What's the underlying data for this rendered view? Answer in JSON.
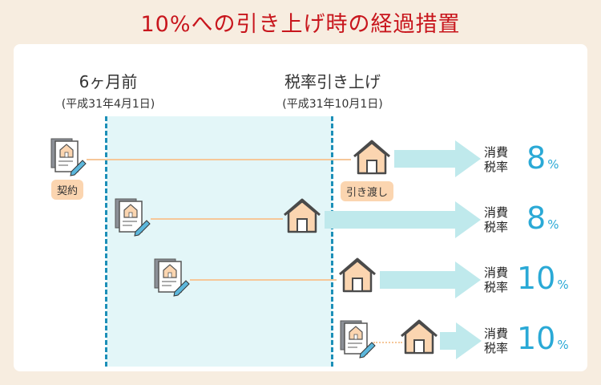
{
  "title": "10%への引き上げ時の経過措置",
  "headers": {
    "six_months": {
      "label": "6ヶ月前",
      "date": "(平成31年4月1日)"
    },
    "tax_raise": {
      "label": "税率引き上げ",
      "date": "(平成31年10月1日)"
    }
  },
  "tags": {
    "contract": "契約",
    "delivery": "引き渡し"
  },
  "tax_label_line1": "消費",
  "tax_label_line2": "税率",
  "rows": [
    {
      "rate": "8",
      "unit": "%"
    },
    {
      "rate": "8",
      "unit": "%"
    },
    {
      "rate": "10",
      "unit": "%"
    },
    {
      "rate": "10",
      "unit": "%"
    }
  ],
  "colors": {
    "title": "#c8161d",
    "dashed_line": "#1c8fb8",
    "timeline": "#f6c799",
    "arrow": "#bfe9ec",
    "rate_text": "#2aa9d6",
    "house_fill": "#fbd5b0",
    "house_stroke": "#4a4a4a"
  },
  "icons": {
    "document": "contract-document-icon",
    "house": "house-icon",
    "arrow": "right-arrow-icon"
  }
}
